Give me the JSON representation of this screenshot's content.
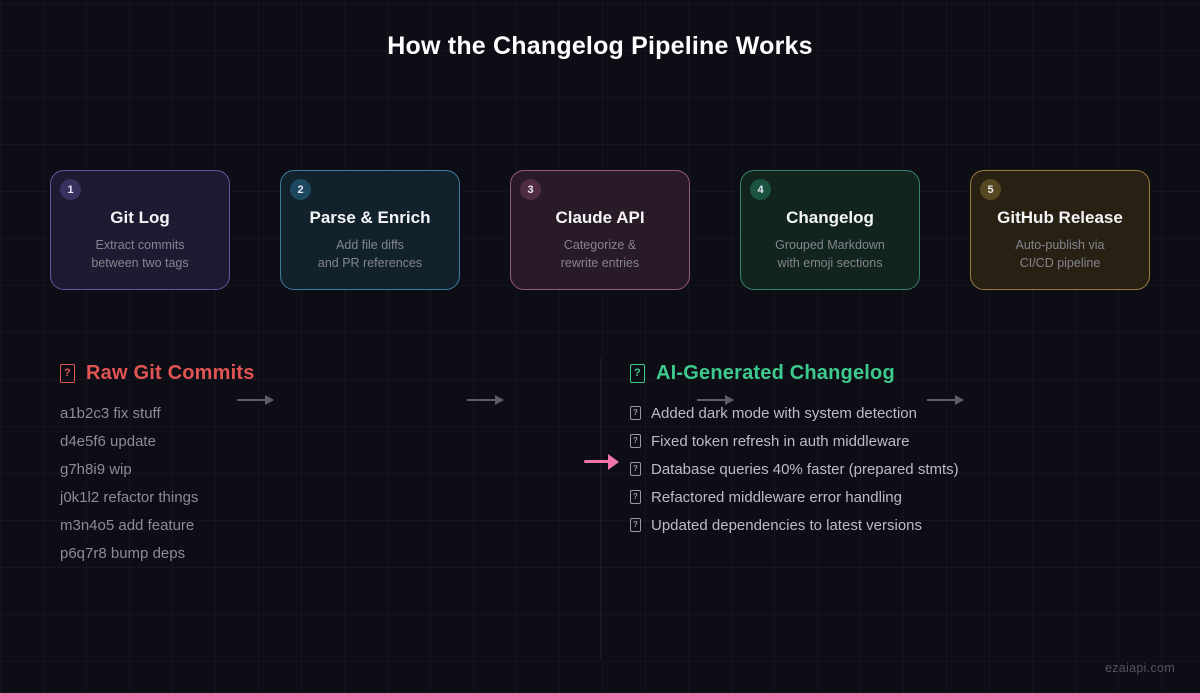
{
  "title": "How the Changelog Pipeline Works",
  "pipeline": {
    "steps": [
      {
        "number": "1",
        "title": "Git Log",
        "line1": "Extract commits",
        "line2": "between two tags",
        "accent": "#6753a0",
        "bg": "#1f1a32"
      },
      {
        "number": "2",
        "title": "Parse & Enrich",
        "line1": "Add file diffs",
        "line2": "and PR references",
        "accent": "#3c7c9c",
        "bg": "#11222d"
      },
      {
        "number": "3",
        "title": "Claude API",
        "line1": "Categorize &",
        "line2": "rewrite entries",
        "accent": "#93587a",
        "bg": "#291a27"
      },
      {
        "number": "4",
        "title": "Changelog",
        "line1": "Grouped Markdown",
        "line2": "with emoji sections",
        "accent": "#35816a",
        "bg": "#11251e"
      },
      {
        "number": "5",
        "title": "GitHub Release",
        "line1": "Auto-publish via",
        "line2": "CI/CD pipeline",
        "accent": "#977b3a",
        "bg": "#272013"
      }
    ]
  },
  "before_panel": {
    "heading": "Raw Git Commits",
    "heading_color": "#e25454",
    "icon_glyph": "?",
    "commits": [
      "a1b2c3 fix stuff",
      "d4e5f6 update",
      "g7h8i9 wip",
      "j0k1l2 refactor things",
      "m3n4o5 add feature",
      "p6q7r8 bump deps"
    ]
  },
  "after_panel": {
    "heading": "AI-Generated Changelog",
    "heading_color": "#3dcb8d",
    "icon_glyph": "?",
    "entry_icon_glyph": "?",
    "entries": [
      "Added dark mode with system detection",
      "Fixed token refresh in auth middleware",
      "Database queries 40% faster (prepared stmts)",
      "Refactored middleware error handling",
      "Updated dependencies to latest versions"
    ]
  },
  "footer": {
    "watermark": "ezaiapi.com",
    "accent_bar_color": "#ee7bb0"
  }
}
